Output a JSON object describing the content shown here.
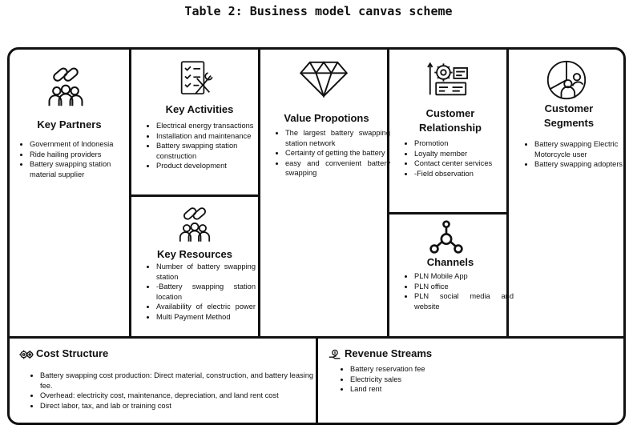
{
  "caption": "Table 2: Business model canvas scheme",
  "blocks": {
    "key_partners": {
      "icon": "link-people-icon",
      "title": "Key Partners",
      "items": [
        "Government of Indonesia",
        "Ride hailing providers",
        "Battery swapping station material supplier"
      ]
    },
    "key_activities": {
      "icon": "checklist-wrench-icon",
      "title": "Key Activities",
      "items": [
        "Electrical energy transactions",
        "Installation and maintenance",
        "Battery swapping station construction",
        "Product development"
      ]
    },
    "key_resources": {
      "icon": "link-people-icon",
      "title": "Key Resources",
      "items": [
        "Number of battery swapping station",
        "-Battery swapping station location",
        "Availability of electric power",
        "Multi Payment Method"
      ]
    },
    "value_propositions": {
      "icon": "diamond-icon",
      "title": "Value Propotions",
      "items": [
        "The largest battery swapping station network",
        "Certainty of getting the battery",
        "easy and convenient battery swapping"
      ]
    },
    "customer_relationship": {
      "icon": "gear-dashboard-icon",
      "title_line1": "Customer",
      "title_line2": "Relationship",
      "items": [
        "Promotion",
        "Loyalty member",
        "Contact center services",
        "-Field observation"
      ]
    },
    "channels": {
      "icon": "network-nodes-icon",
      "title": "Channels",
      "items": [
        "PLN Mobile App",
        "PLN office",
        "PLN social media and website"
      ]
    },
    "customer_segments": {
      "icon": "pie-people-icon",
      "title_line1": "Customer",
      "title_line2": "Segments",
      "items": [
        "Battery swapping Electric Motorcycle user",
        "Battery swapping adopters"
      ]
    },
    "cost_structure": {
      "icon": "gears-icon",
      "title": "Cost Structure",
      "items": [
        "Battery swapping cost production: Direct material, construction, and battery leasing fee.",
        "Overhead: electricity cost, maintenance, depreciation, and land rent cost",
        "Direct labor, tax, and lab or training cost"
      ]
    },
    "revenue_streams": {
      "icon": "money-hand-icon",
      "title": "Revenue Streams",
      "items": [
        "Battery reservation fee",
        "Electricity sales",
        "Land rent"
      ]
    }
  }
}
